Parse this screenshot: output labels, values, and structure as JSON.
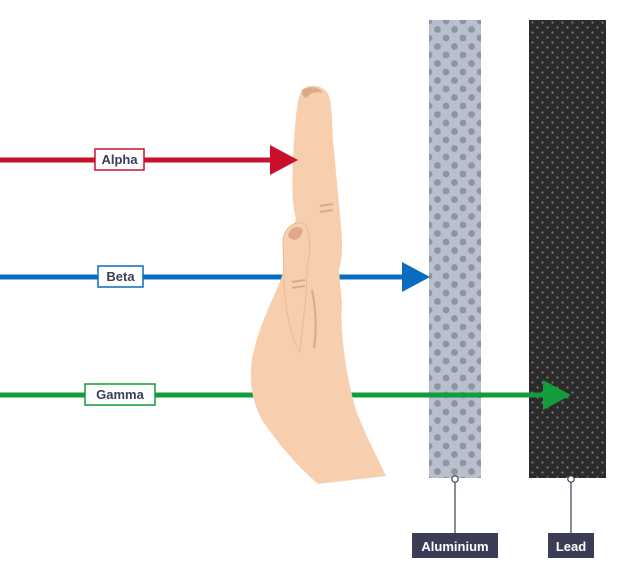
{
  "rays": [
    {
      "label": "Alpha",
      "color": "#c8102e"
    },
    {
      "label": "Beta",
      "color": "#0a6cc1"
    },
    {
      "label": "Gamma",
      "color": "#129c3c"
    }
  ],
  "barriers": [
    {
      "label": "Aluminium",
      "color": "#b8c0cc",
      "dot_color": "#8e94a4"
    },
    {
      "label": "Lead",
      "color": "#2b2b2b",
      "dot_color": "#7a7a7a"
    }
  ],
  "hand": {
    "skin_color": "#f7cfae",
    "line_color": "#dca989"
  },
  "label_box_color": "#3d3c56"
}
